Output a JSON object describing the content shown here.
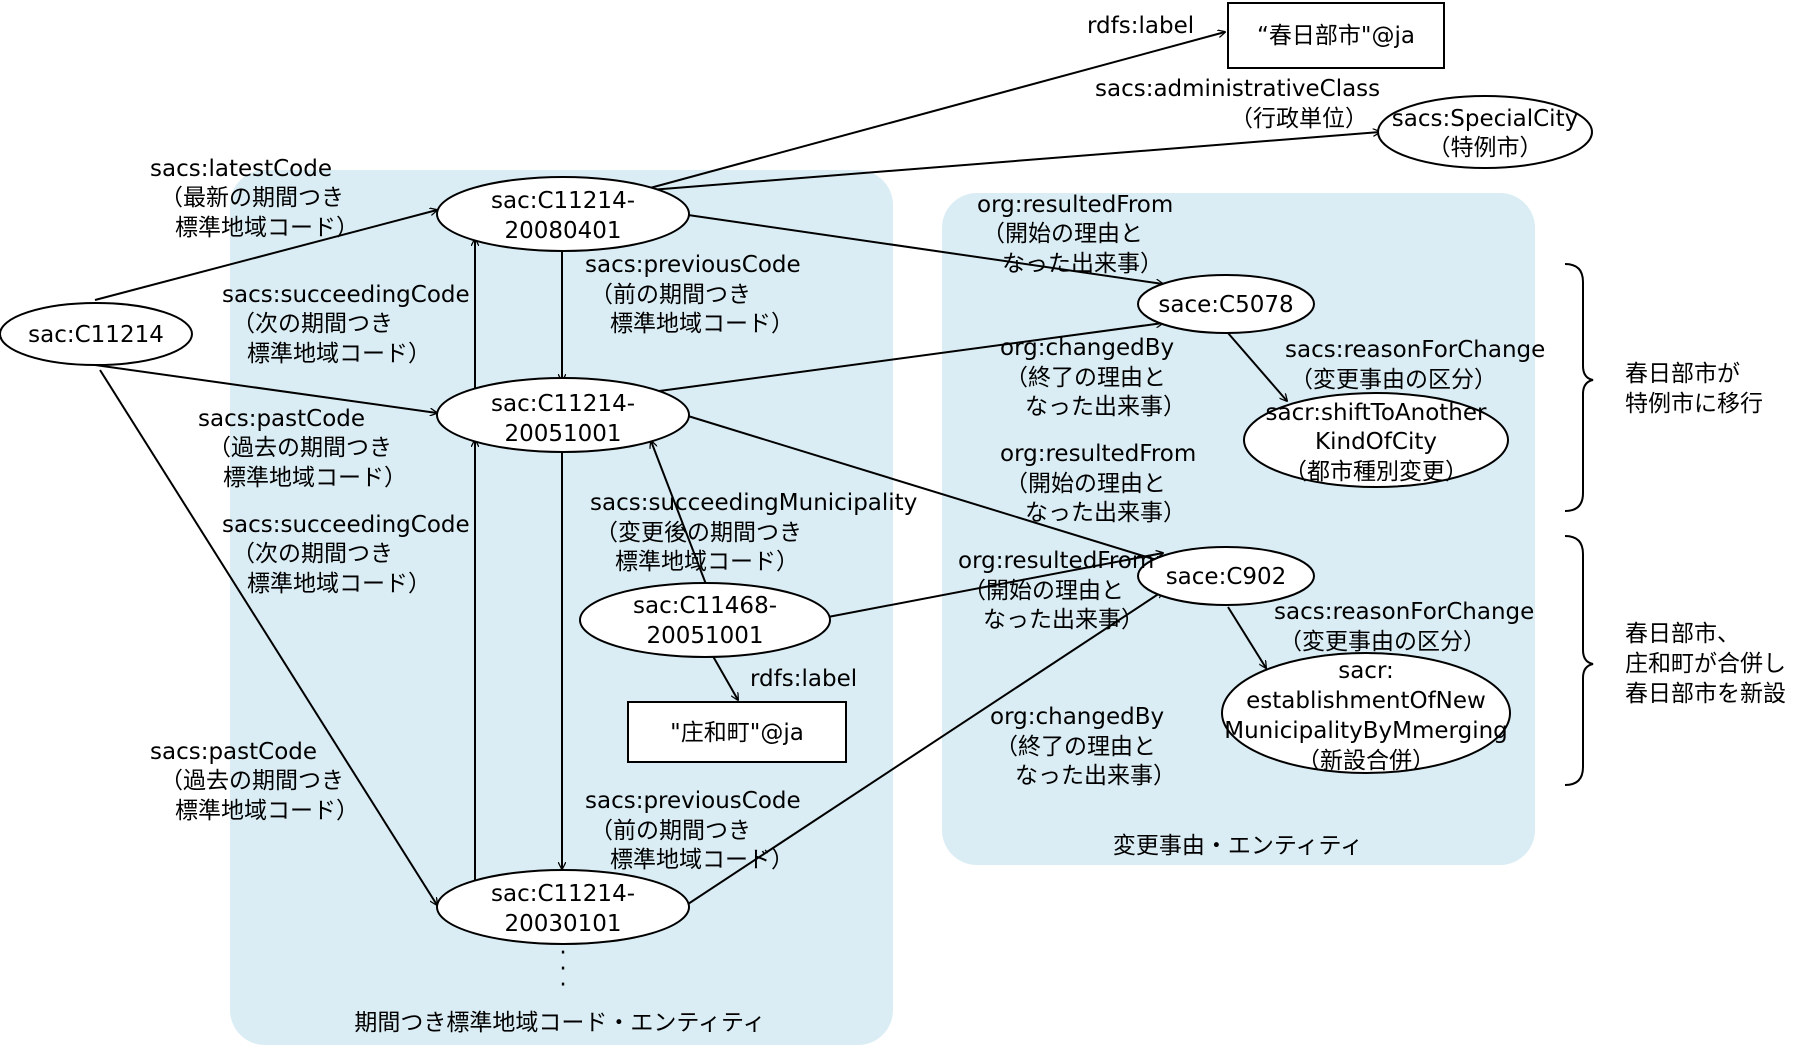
{
  "regions": {
    "coded_region": "期間つき標準地域コード・エンティティ",
    "change_event": "変更事由・エンティティ"
  },
  "nodes": {
    "c11214": [
      "sac:C11214"
    ],
    "c11214_20080401": [
      "sac:C11214-",
      "20080401"
    ],
    "c11214_20051001": [
      "sac:C11214-",
      "20051001"
    ],
    "c11214_20030101": [
      "sac:C11214-",
      "20030101"
    ],
    "c11468_20051001": [
      "sac:C11468-",
      "20051001"
    ],
    "label_kasukabe": [
      "“春日部市\"@ja"
    ],
    "label_showa": [
      "\"庄和町\"@ja"
    ],
    "special_city": [
      "sacs:SpecialCity",
      "（特例市）"
    ],
    "c5078": [
      "sace:C5078"
    ],
    "c902": [
      "sace:C902"
    ],
    "shift": [
      "sacr:shiftToAnother",
      "KindOfCity",
      "（都市種別変更）"
    ],
    "establish": [
      "sacr:",
      "establishmentOfNew",
      "MunicipalityByMmerging",
      "（新設合併）"
    ],
    "ellipsis": [
      "·",
      "·",
      "·"
    ]
  },
  "edge_labels": {
    "latest_code": [
      "sacs:latestCode",
      "（最新の期間つき",
      "標準地域コード）"
    ],
    "past_code_1": [
      "sacs:pastCode",
      "（過去の期間つき",
      "標準地域コード）"
    ],
    "past_code_2": [
      "sacs:pastCode",
      "（過去の期間つき",
      "標準地域コード）"
    ],
    "succeeding_code_1": [
      "sacs:succeedingCode",
      "（次の期間つき",
      "標準地域コード）"
    ],
    "succeeding_code_2": [
      "sacs:succeedingCode",
      "（次の期間つき",
      "標準地域コード）"
    ],
    "previous_code_1": [
      "sacs:previousCode",
      "（前の期間つき",
      "標準地域コード）"
    ],
    "previous_code_2": [
      "sacs:previousCode",
      "（前の期間つき",
      "標準地域コード）"
    ],
    "succeeding_municipality": [
      "sacs:succeedingMunicipality",
      "（変更後の期間つき",
      "標準地域コード）"
    ],
    "rdfs_label_1": [
      "rdfs:label"
    ],
    "rdfs_label_2": [
      "rdfs:label"
    ],
    "admin_class": [
      "sacs:administrativeClass",
      "（行政単位）"
    ],
    "resulted_from_1": [
      "org:resultedFrom",
      "（開始の理由と",
      "なった出来事）"
    ],
    "changed_by_1": [
      "org:changedBy",
      "（終了の理由と",
      "なった出来事）"
    ],
    "resulted_from_2": [
      "org:resultedFrom",
      "（開始の理由と",
      "なった出来事）"
    ],
    "resulted_from_3": [
      "org:resultedFrom",
      "（開始の理由と",
      "なった出来事）"
    ],
    "changed_by_2": [
      "org:changedBy",
      "（終了の理由と",
      "なった出来事）"
    ],
    "reason_1": [
      "sacs:reasonForChange",
      "（変更事由の区分）"
    ],
    "reason_2": [
      "sacs:reasonForChange",
      "（変更事由の区分）"
    ]
  },
  "annotations": {
    "event_1": [
      "春日部市が",
      "特例市に移行"
    ],
    "event_2": [
      "春日部市、",
      "庄和町が合併し",
      "春日部市を新設"
    ]
  }
}
